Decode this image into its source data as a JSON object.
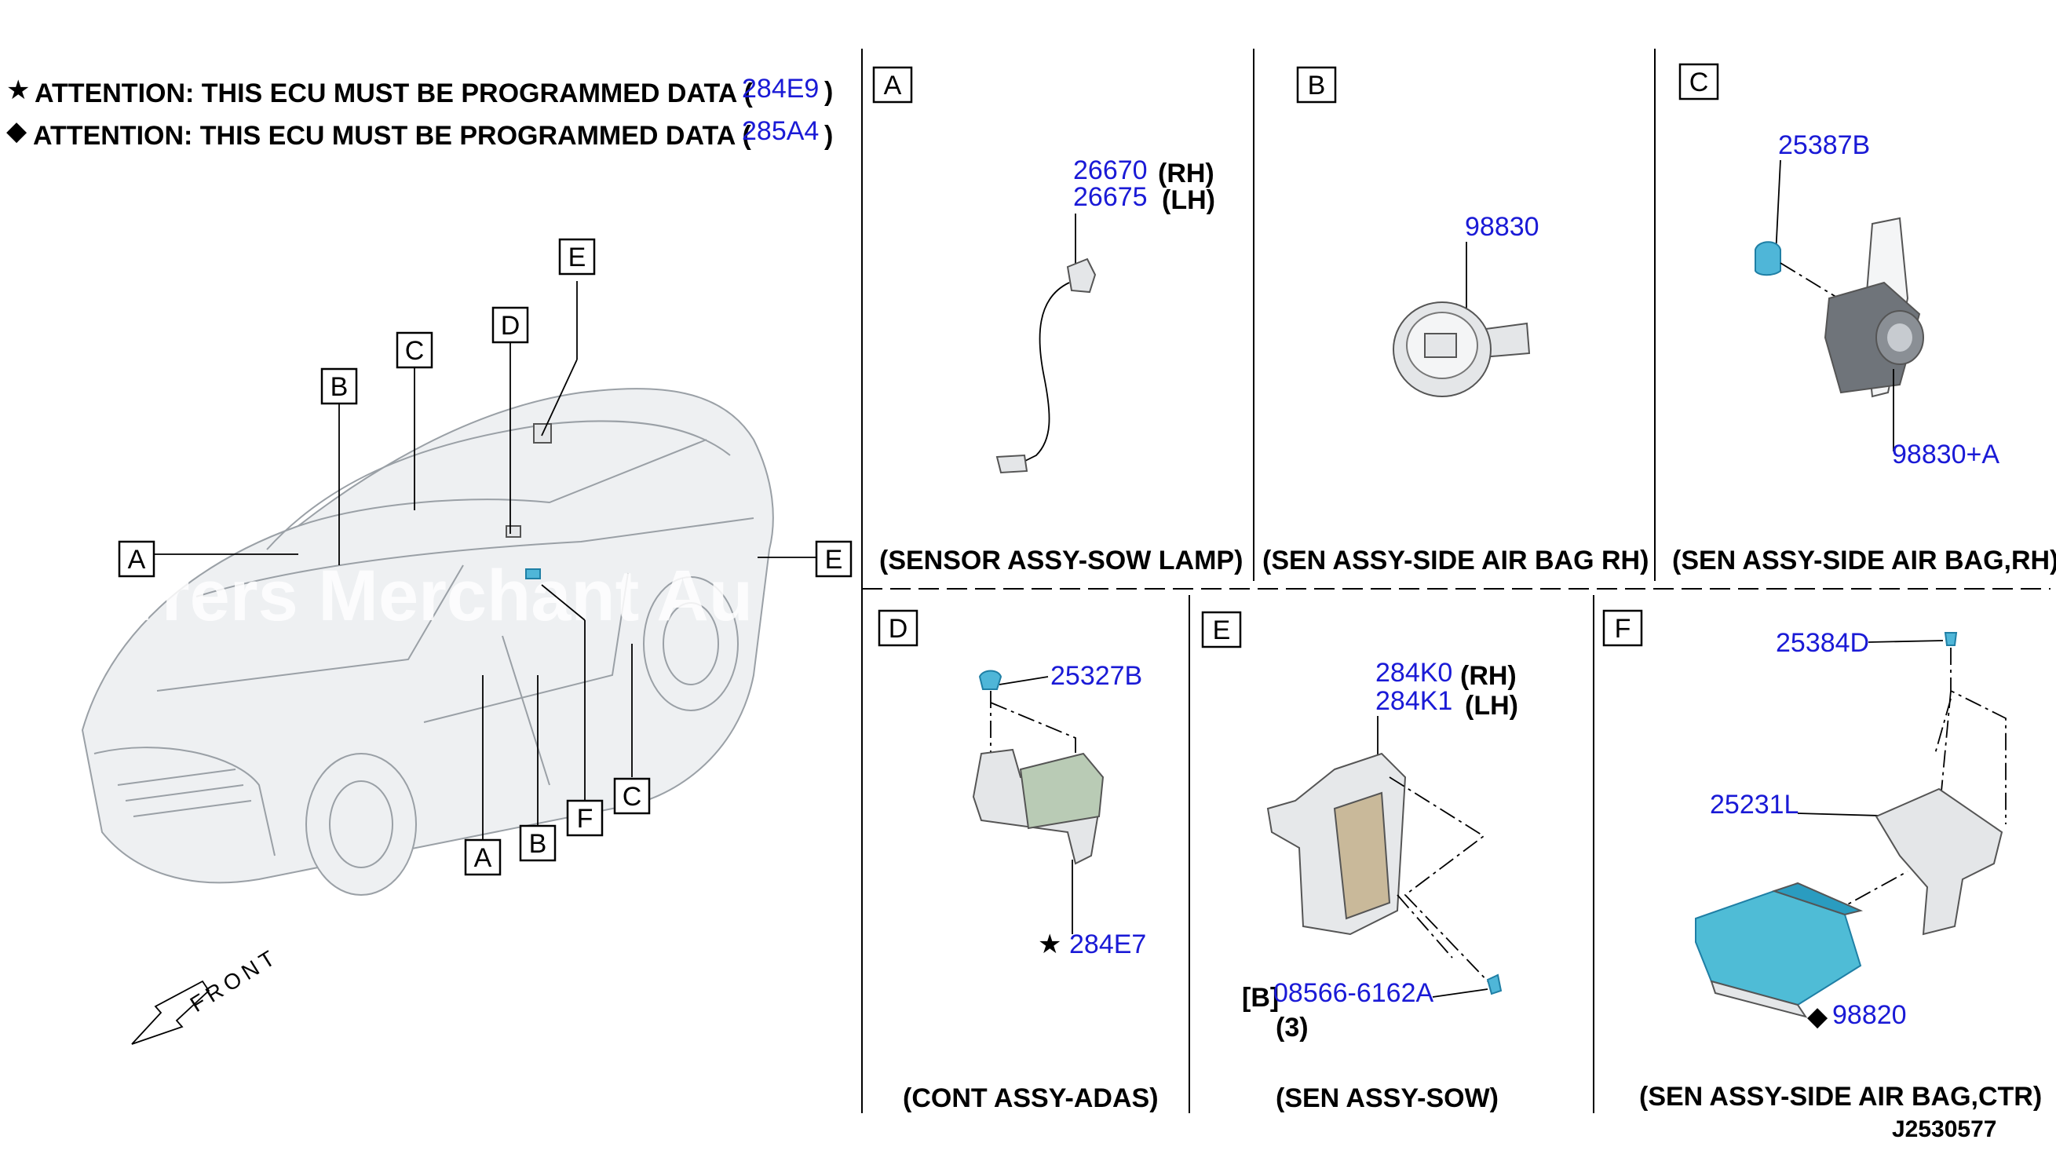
{
  "attention": {
    "line1_prefix": "ATTENTION: THIS ECU MUST BE PROGRAMMED DATA (",
    "line1_part": "284E9",
    "line2_prefix": "ATTENTION: THIS ECU MUST BE PROGRAMMED DATA (",
    "line2_part": "285A4",
    "close": ")",
    "star_symbol": "★",
    "diamond_symbol": "◆"
  },
  "overview": {
    "callouts": [
      "A",
      "B",
      "C",
      "D",
      "E",
      "E",
      "F",
      "C",
      "B",
      "A"
    ],
    "front_label": "FRONT",
    "watermark": "rrers Merchant Au"
  },
  "panels": {
    "A": {
      "letter": "A",
      "caption": "(SENSOR ASSY-SOW LAMP)",
      "parts": [
        {
          "number": "26670",
          "suffix": "(RH)"
        },
        {
          "number": "26675",
          "suffix": "(LH)"
        }
      ]
    },
    "B": {
      "letter": "B",
      "caption": "(SEN ASSY-SIDE AIR BAG RH)",
      "parts": [
        {
          "number": "98830"
        }
      ]
    },
    "C": {
      "letter": "C",
      "caption": "(SEN ASSY-SIDE AIR BAG,RH)",
      "parts": [
        {
          "number": "25387B"
        },
        {
          "number": "98830+A"
        }
      ]
    },
    "D": {
      "letter": "D",
      "caption": "(CONT ASSY-ADAS)",
      "parts": [
        {
          "number": "25327B"
        },
        {
          "number": "284E7",
          "symbol": "★"
        }
      ]
    },
    "E": {
      "letter": "E",
      "caption": "(SEN ASSY-SOW)",
      "parts": [
        {
          "number": "284K0",
          "suffix": "(RH)"
        },
        {
          "number": "284K1",
          "suffix": "(LH)"
        },
        {
          "number": "08566-6162A",
          "prefix": "[B]",
          "qty": "(3)"
        }
      ]
    },
    "F": {
      "letter": "F",
      "caption": "(SEN ASSY-SIDE AIR BAG,CTR)",
      "parts": [
        {
          "number": "25384D"
        },
        {
          "number": "25231L"
        },
        {
          "number": "98820",
          "symbol": "◆"
        }
      ]
    }
  },
  "diagram_id": "J2530577"
}
